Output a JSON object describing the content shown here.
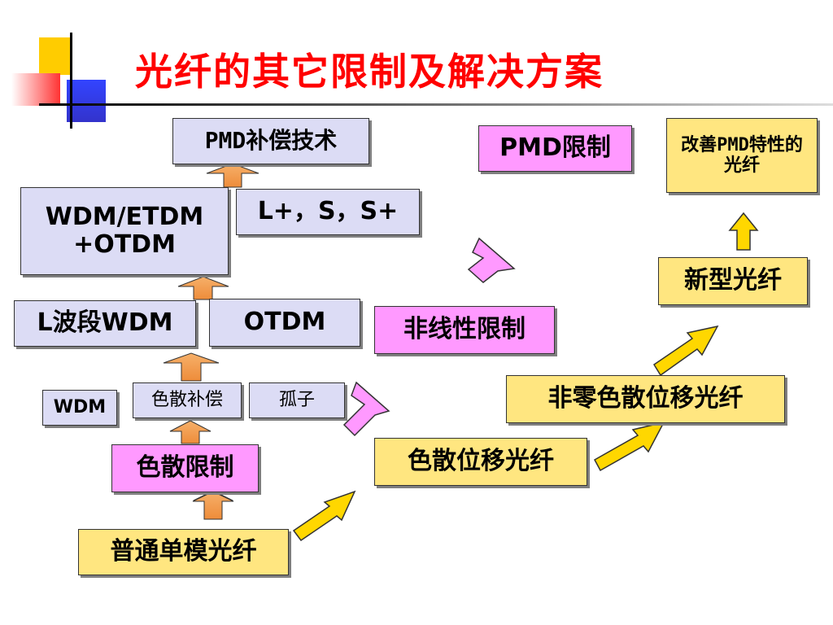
{
  "colors": {
    "title": "#ff0000",
    "lavender": "#dcdcf5",
    "pink": "#ff99ff",
    "yellow": "#ffe680",
    "orange_arrow": "#f4a460",
    "yellow_arrow": "#ffd700"
  },
  "title": "光纤的其它限制及解决方案",
  "boxes": {
    "pmd_comp": "PMD补偿技术",
    "wdm_etdm_otdm": "WDM/ETDM +OTDM",
    "l_s_splus": "L+，S，S+",
    "l_band_wdm": "L波段WDM",
    "otdm": "OTDM",
    "wdm": "WDM",
    "disp_comp": "色散补偿",
    "soliton": "孤子",
    "disp_limit": "色散限制",
    "smf": "普通单模光纤",
    "nonlinear_limit": "非线性限制",
    "pmd_limit": "PMD限制",
    "dsf": "色散位移光纤",
    "nzdsf": "非零色散位移光纤",
    "new_fiber": "新型光纤",
    "improve_pmd": "改善PMD特性的光纤"
  },
  "icons": [
    "up-arrow-icon",
    "diagonal-arrow-icon",
    "corner-decoration-icon"
  ]
}
